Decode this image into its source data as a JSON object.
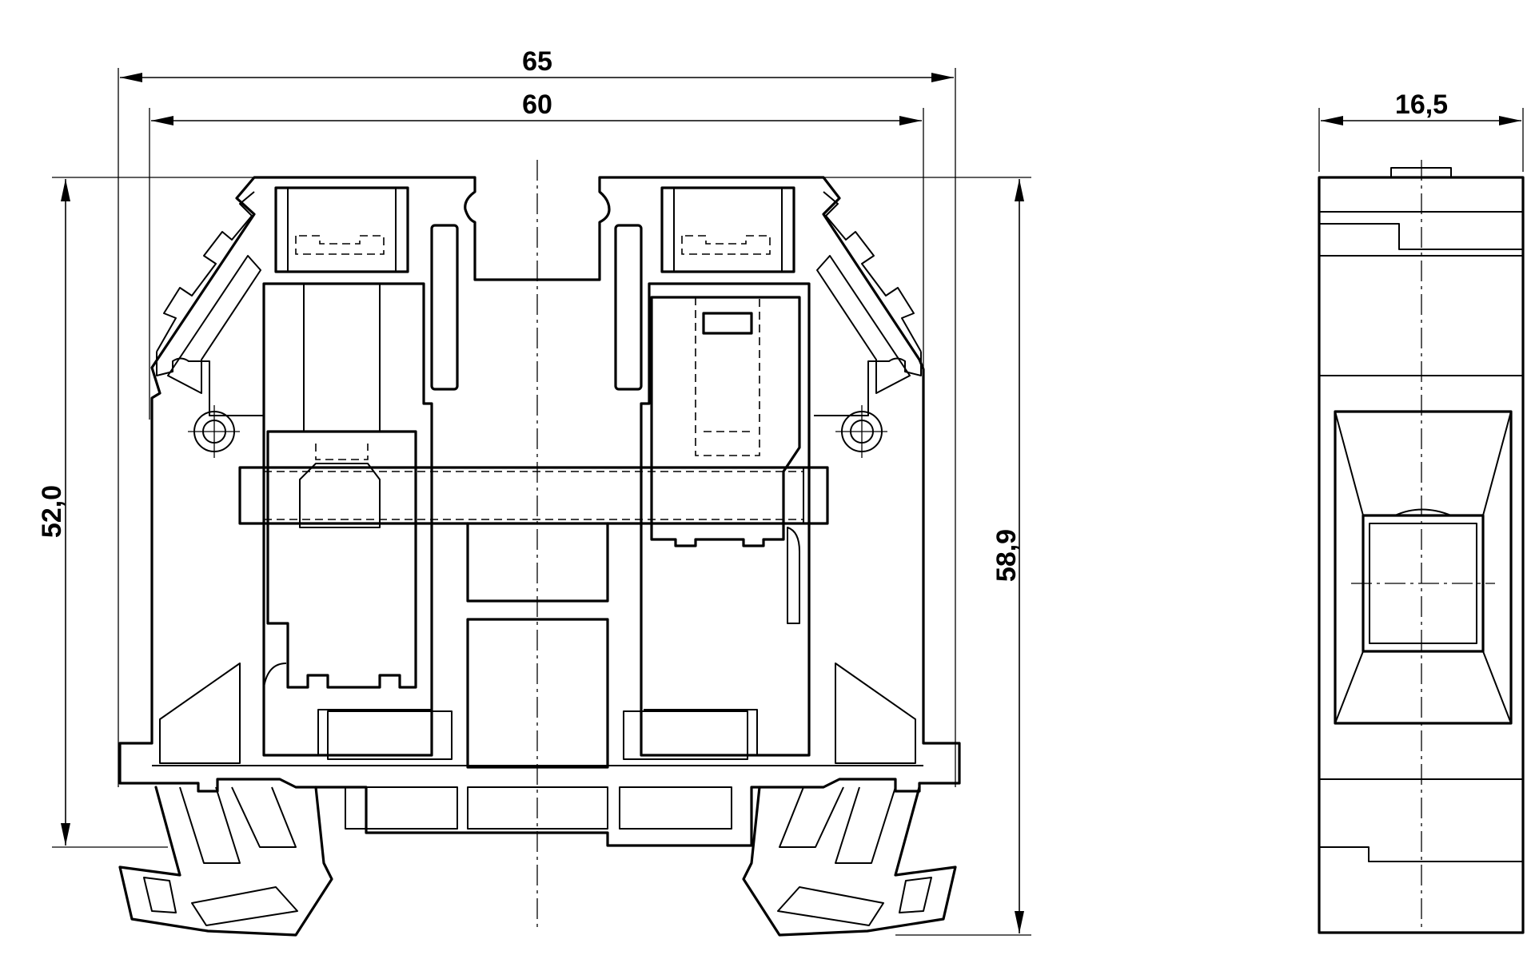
{
  "dimensions": {
    "width_overall": "65",
    "width_body": "60",
    "height_rail": "52,0",
    "height_overall": "58,9",
    "side_width": "16,5"
  },
  "colors": {
    "line": "#000000",
    "background": "#ffffff"
  }
}
